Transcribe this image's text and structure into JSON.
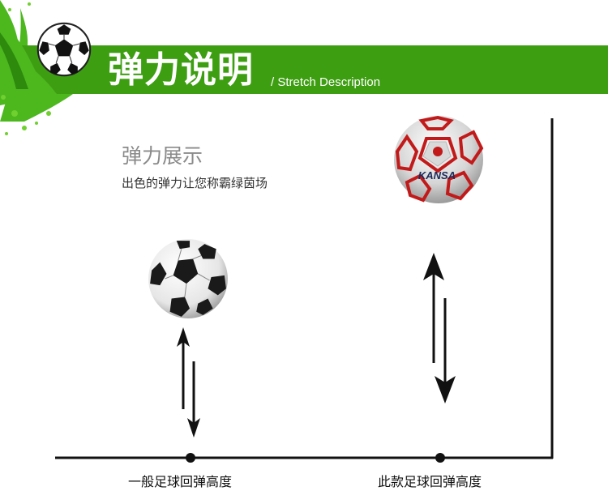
{
  "header": {
    "title": "弹力说明",
    "subtitle": "/ Stretch Description"
  },
  "section": {
    "heading": "弹力展示",
    "tagline": "出色的弹力让您称霸绿茵场"
  },
  "balls": {
    "ordinary_icon": "black-white-soccer-ball",
    "this_icon": "silver-red-soccer-ball",
    "brand_text": "KANSA"
  },
  "captions": {
    "ordinary": "一般足球回弹高度",
    "this": "此款足球回弹高度"
  },
  "colors": {
    "header_green": "#3e9e12",
    "splash_green": "#4cb81e",
    "ball_red": "#c21a1a",
    "arrow_black": "#111111"
  }
}
